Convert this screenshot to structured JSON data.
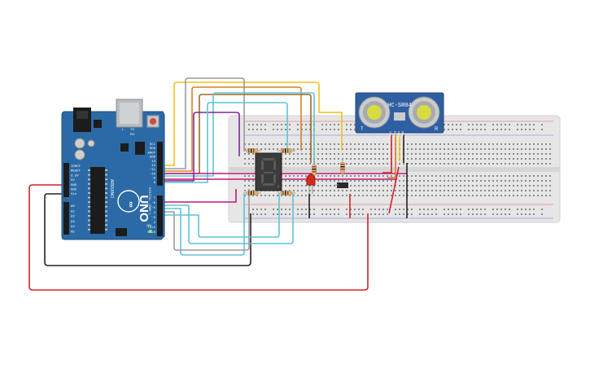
{
  "arduino": {
    "brand": "ARDUINO",
    "model": "UNO",
    "on_label": "ON",
    "reset_label": "RESET",
    "digital_label": "DIGITAL (PWM~)",
    "tx_label": "TX",
    "rx_label": "RX",
    "l_label": "L",
    "power_pins": [
      "IOREF",
      "RESET",
      "3.3V",
      "5V",
      "GND",
      "GND",
      "Vin"
    ],
    "analog_pins": [
      "A0",
      "A1",
      "A2",
      "A3",
      "A4",
      "A5"
    ],
    "digital_top": [
      "SCL",
      "SDA",
      "AREF",
      "GND",
      "13",
      "12",
      "~11",
      "~10",
      "~9",
      "8"
    ],
    "digital_bottom": [
      "7",
      "~6",
      "~5",
      "4",
      "~3",
      "2",
      "TX▸1",
      "RX◂0"
    ]
  },
  "sensor": {
    "name": "HC-SR04",
    "pins": [
      "VCC",
      "Trig",
      "Echo",
      "GND"
    ]
  },
  "colors": {
    "board": "#2b6aa6",
    "breadboard": "#e9e9e9",
    "wire_red": "#d3222a",
    "wire_black": "#222222",
    "wire_yellow": "#f0c419",
    "wire_orange": "#d6802a",
    "wire_brown": "#9a6a2a",
    "wire_magenta": "#c2197a",
    "wire_purple": "#7a2a9a",
    "wire_cyan": "#5fc3d6",
    "wire_gray": "#9a9a9a",
    "sensor_board": "#2f5fa3",
    "display_body": "#3b3b3b"
  }
}
